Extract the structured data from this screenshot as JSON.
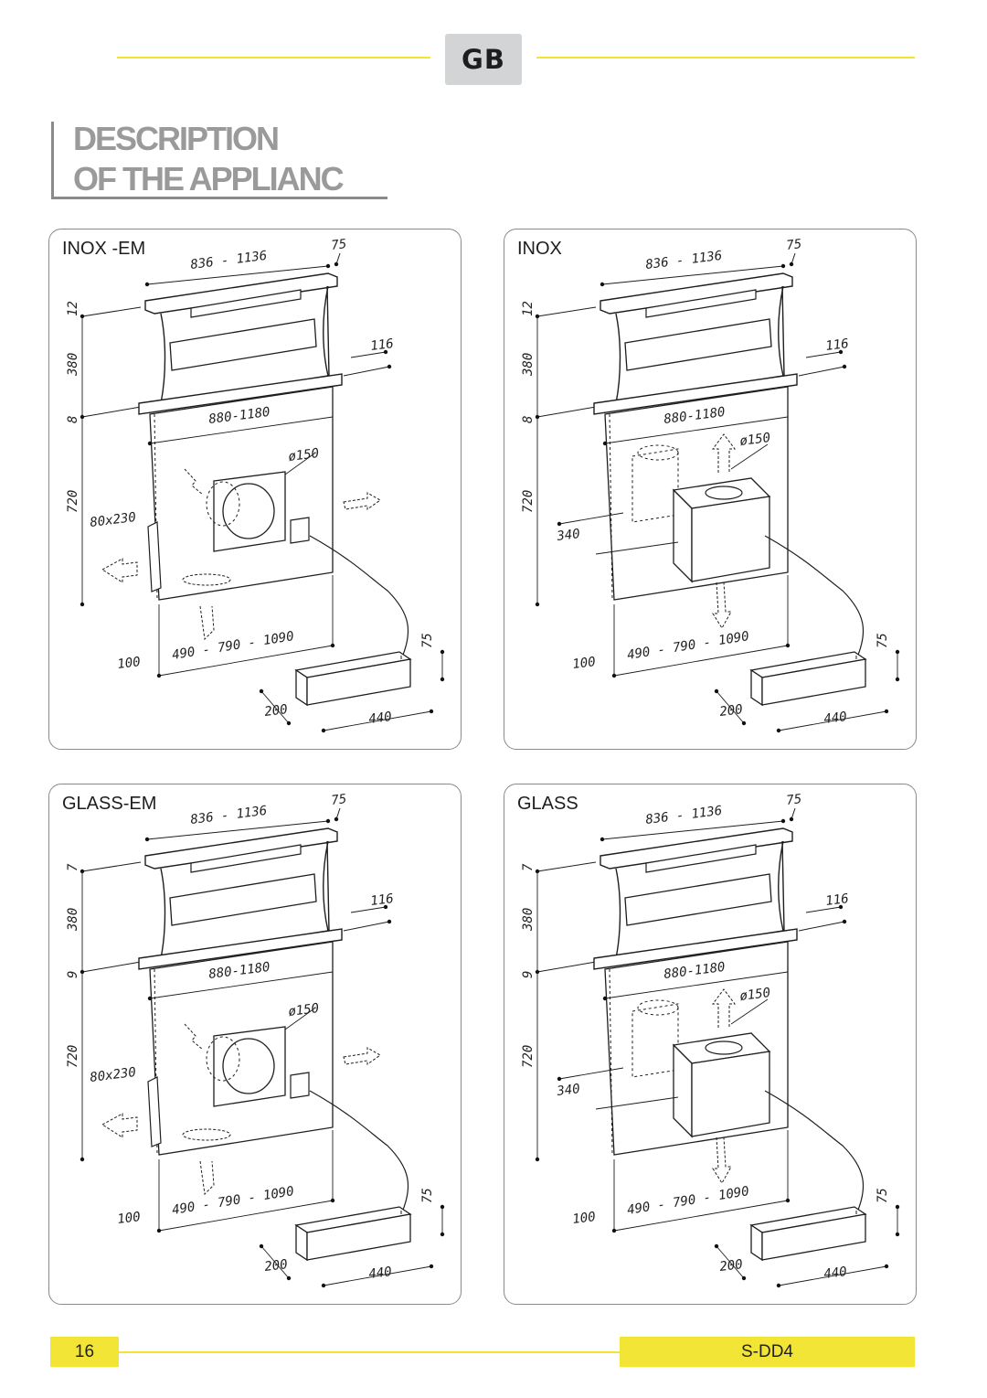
{
  "header": {
    "language_badge": "GB"
  },
  "title": {
    "line1": "DESCRIPTION",
    "line2": "OF THE APPLIANC"
  },
  "panels": [
    {
      "label": "INOX -EM",
      "variant": "em",
      "dims": {
        "width": "836 - 1136",
        "depth": "75",
        "top": "12",
        "upper": "380",
        "mid": "8",
        "lower": "720",
        "side": "116",
        "inner": "880-1180",
        "duct": "ø150",
        "opening": "80x230",
        "offset": "100",
        "spacing": "490 - 790 - 1090",
        "motor_h": "75",
        "motor_d": "200",
        "motor_w": "440"
      }
    },
    {
      "label": "INOX",
      "variant": "std",
      "dims": {
        "width": "836 - 1136",
        "depth": "75",
        "top": "12",
        "upper": "380",
        "mid": "8",
        "lower": "720",
        "side": "116",
        "inner": "880-1180",
        "duct": "ø150",
        "box": "340",
        "offset": "100",
        "spacing": "490 - 790 - 1090",
        "motor_h": "75",
        "motor_d": "200",
        "motor_w": "440"
      }
    },
    {
      "label": "GLASS-EM",
      "variant": "em",
      "dims": {
        "width": "836 - 1136",
        "depth": "75",
        "top": "7",
        "upper": "380",
        "mid": "9",
        "lower": "720",
        "side": "116",
        "inner": "880-1180",
        "duct": "ø150",
        "opening": "80x230",
        "offset": "100",
        "spacing": "490 - 790 - 1090",
        "motor_h": "75",
        "motor_d": "200",
        "motor_w": "440"
      }
    },
    {
      "label": "GLASS",
      "variant": "std",
      "dims": {
        "width": "836 - 1136",
        "depth": "75",
        "top": "7",
        "upper": "380",
        "mid": "9",
        "lower": "720",
        "side": "116",
        "inner": "880-1180",
        "duct": "ø150",
        "box": "340",
        "offset": "100",
        "spacing": "490 - 790 - 1090",
        "motor_h": "75",
        "motor_d": "200",
        "motor_w": "440"
      }
    }
  ],
  "footer": {
    "page_number": "16",
    "model": "S-DD4"
  }
}
